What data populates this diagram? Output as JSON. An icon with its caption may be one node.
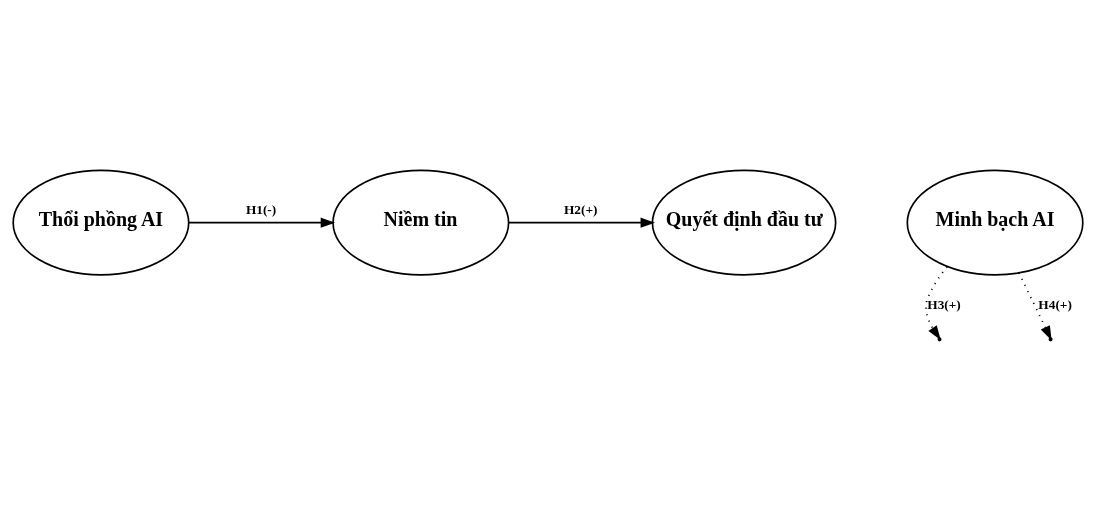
{
  "diagram": {
    "nodes": [
      {
        "text": [
          "Thổi phồng AI"
        ]
      },
      {
        "text": [
          "Minh bạch AI"
        ]
      },
      {
        "text": [
          "Niềm tin"
        ]
      },
      {
        "text": [
          "Quyết định đầu tư"
        ]
      }
    ],
    "edges": [
      {
        "from": 0,
        "to": 2,
        "arrow": "to",
        "label": "H1(-)"
      },
      {
        "from": 2,
        "to": 3,
        "arrow": "to",
        "label": "H2(+)"
      },
      {
        "from": 1,
        "to": null,
        "arrow": "to",
        "label": "H3(+)",
        "style": "dashed"
      },
      {
        "from": 1,
        "to": null,
        "arrow": "to",
        "label": "H4(+)",
        "style": "dashed"
      }
    ]
  }
}
